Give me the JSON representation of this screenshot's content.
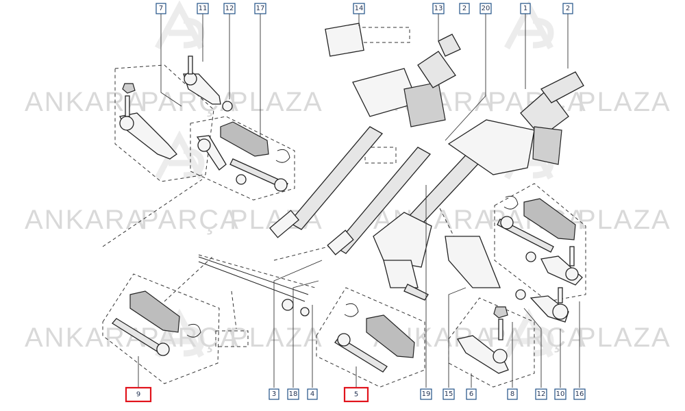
{
  "watermark": {
    "brand_word_1": "ANKARA",
    "brand_word_2": "PARÇA",
    "brand_word_3": "PLAZA",
    "logo_icon": "ap-monogram-icon",
    "color": "#d9d9d9"
  },
  "callouts": {
    "n7": "7",
    "n11": "11",
    "n12_top": "12",
    "n17": "17",
    "n14": "14",
    "n13": "13",
    "n2_a": "2",
    "n20": "20",
    "n1": "1",
    "n2_b": "2",
    "n9": "9",
    "n3": "3",
    "n18": "18",
    "n4": "4",
    "n5": "5",
    "n19": "19",
    "n15": "15",
    "n6": "6",
    "n8": "8",
    "n12_bottom": "12",
    "n10": "10",
    "n16": "16"
  },
  "colors": {
    "callout_border": "#1f4f86",
    "highlight_border": "#e1131b"
  },
  "highlighted": [
    "9",
    "5"
  ]
}
